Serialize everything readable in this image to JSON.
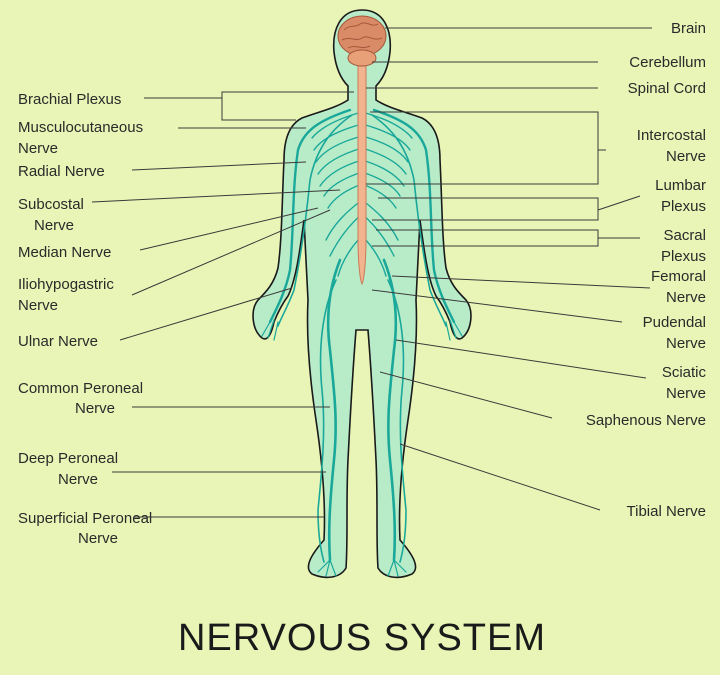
{
  "title": "NERVOUS SYSTEM",
  "colors": {
    "background": "#e8f5b6",
    "body_fill": "#b8ecc9",
    "nerve": "#1aa89a",
    "spinal_cord": "#f2b48f",
    "brain": "#d98a66"
  },
  "labels_left": {
    "brachial_plexus": "Brachial Plexus",
    "musculocutaneous_1": "Musculocutaneous",
    "musculocutaneous_2": "Nerve",
    "radial": "Radial Nerve",
    "subcostal_1": "Subcostal",
    "subcostal_2": "Nerve",
    "median": "Median Nerve",
    "iliohypogastric_1": "Iliohypogastric",
    "iliohypogastric_2": "Nerve",
    "ulnar": "Ulnar Nerve",
    "common_peroneal_1": "Common Peroneal",
    "common_peroneal_2": "Nerve",
    "deep_peroneal_1": "Deep Peroneal",
    "deep_peroneal_2": "Nerve",
    "superficial_peroneal_1": "Superficial Peroneal",
    "superficial_peroneal_2": "Nerve"
  },
  "labels_right": {
    "brain": "Brain",
    "cerebellum": "Cerebellum",
    "spinal_cord": "Spinal Cord",
    "intercostal_1": "Intercostal",
    "intercostal_2": "Nerve",
    "lumbar_1": "Lumbar",
    "lumbar_2": "Plexus",
    "sacral_1": "Sacral",
    "sacral_2": "Plexus",
    "femoral_1": "Femoral",
    "femoral_2": "Nerve",
    "pudendal_1": "Pudendal",
    "pudendal_2": "Nerve",
    "sciatic_1": "Sciatic",
    "sciatic_2": "Nerve",
    "saphenous": "Saphenous Nerve",
    "tibial": "Tibial Nerve"
  }
}
